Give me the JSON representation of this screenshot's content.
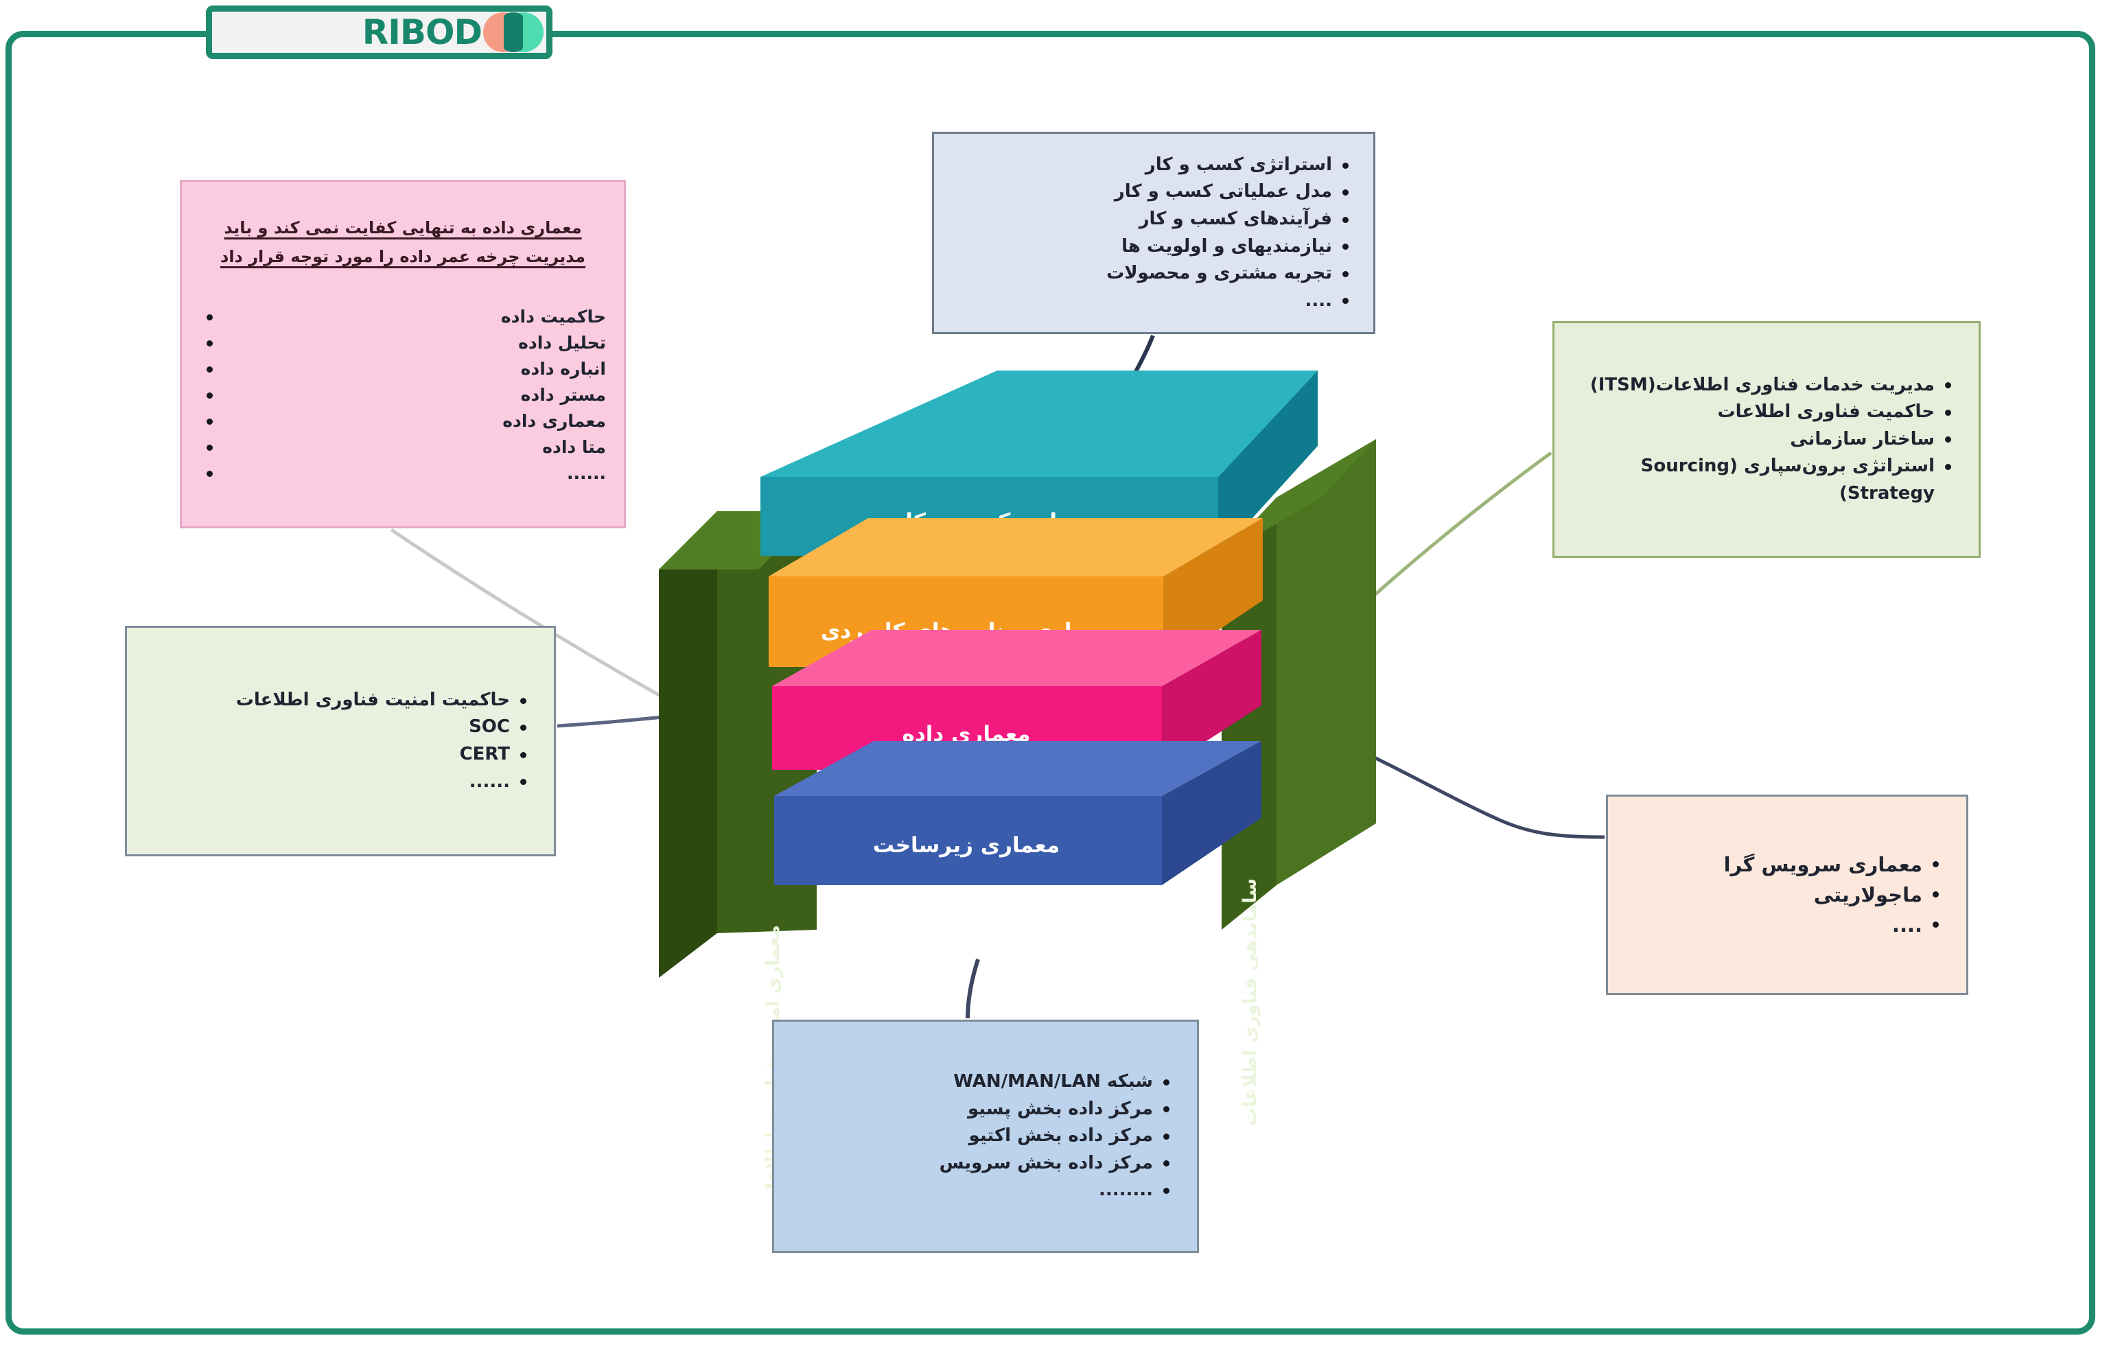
{
  "frame": {
    "border_color": "#1E8A6E"
  },
  "logo": {
    "wordmark": "RIBOD",
    "badge_border_color": "#1E8A6E",
    "badge_bg": "#F2F2F2",
    "circle_left_color": "#F79C84",
    "circle_right_color": "#4FDCB0",
    "circle_overlap_color": "#15806A"
  },
  "stack": {
    "layers": [
      {
        "key": "business",
        "label": "معماری کسب و کار",
        "top_color": "#2CB3C0",
        "front_color": "#1C9AAA",
        "side_color": "#0E7C8E"
      },
      {
        "key": "application",
        "label": "معماری برنامه های کاربردی",
        "top_color": "#FBB64A",
        "front_color": "#F59A1E",
        "side_color": "#D8820F"
      },
      {
        "key": "data",
        "label": "معماری داده",
        "top_color": "#FB5FA0",
        "front_color": "#F3197E",
        "side_color": "#CE1268"
      },
      {
        "key": "infrastructure",
        "label": "معماری زیرساخت",
        "top_color": "#5272C4",
        "front_color": "#3A5CAD",
        "side_color": "#2C4890"
      }
    ],
    "left_panel": {
      "label": "معماری امنیت فناوری اطلاعات",
      "front_color": "#3C6018",
      "side_color": "#2C4A10",
      "top_color": "#4B7420"
    },
    "right_panel": {
      "label": "ساماندهی فناوری اطلاعات",
      "front_color": "#3C6018",
      "side_color": "#2C4A10",
      "top_color": "#4B7420"
    }
  },
  "callouts": {
    "business": {
      "bg": "#DDE3F0",
      "items": [
        "استراتژی کسب و کار",
        "مدل عملیاتی کسب و کار",
        "فرآیندهای کسب و کار",
        "نیازمندیهای و اولویت ها",
        "تجربه مشتری و محصولات",
        "...."
      ]
    },
    "data": {
      "bg": "#FBCBE0",
      "header": "معماری داده به تنهایی کفایت نمی کند و باید مدیریت چرخه عمر داده را مورد توجه قرار داد",
      "items": [
        "حاکمیت داده",
        "تحلیل داده",
        "انباره داده",
        "مستر داده",
        "معماری داده",
        "متا داده",
        "......"
      ]
    },
    "it_governance": {
      "bg": "#E7EFDC",
      "items": [
        "مدیریت خدمات فناوری اطلاعات(ITSM)",
        "حاکمیت فناوری اطلاعات",
        "ساختار سازمانی",
        "استراتژی برون‌سپاری (Sourcing Strategy)"
      ]
    },
    "security": {
      "bg": "#EAF0E0",
      "items": [
        "حاکمیت امنیت فناوری اطلاعات",
        "SOC",
        "CERT",
        "......"
      ]
    },
    "application": {
      "bg": "#FCE8DC",
      "items": [
        "معماری سرویس گرا",
        "ماجولاریتی",
        "...."
      ]
    },
    "infrastructure": {
      "bg": "#BDD3EC",
      "items": [
        "شبکه WAN/MAN/LAN",
        "مرکز داده بخش پسیو",
        "مرکز داده بخش اکتیو",
        "مرکز داده بخش سرویس",
        "........"
      ]
    }
  }
}
